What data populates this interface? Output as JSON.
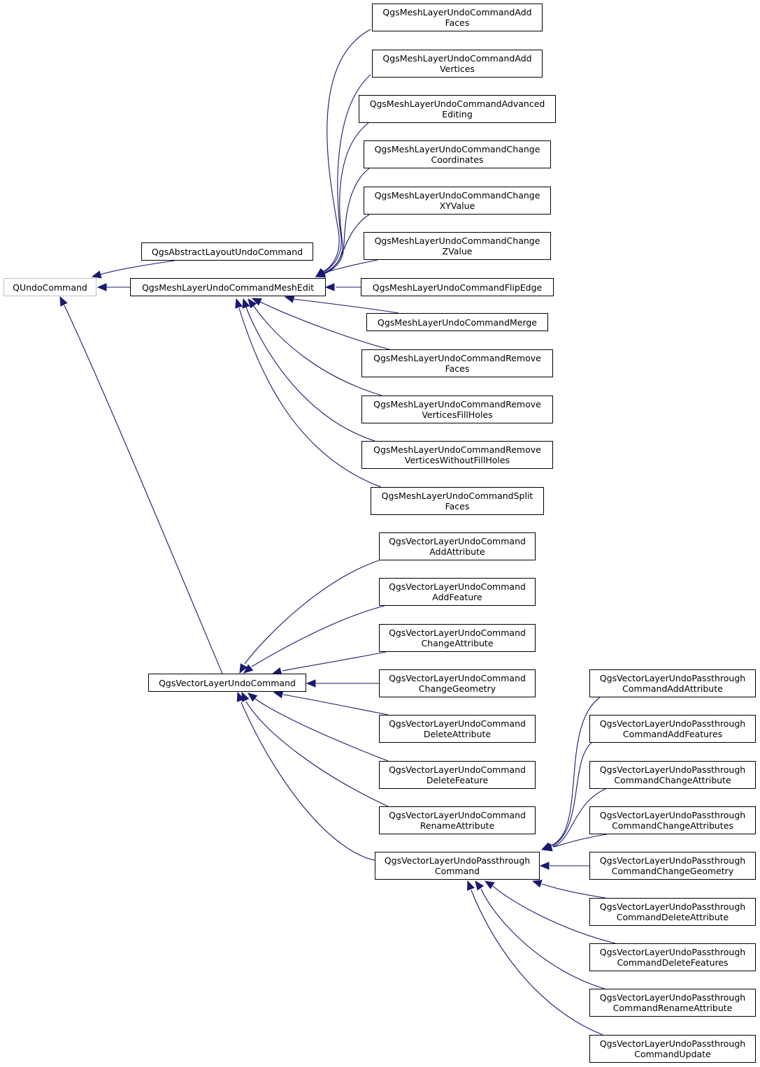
{
  "colors": {
    "edge": "#191970",
    "node_border": "#000000",
    "root_border": "#bfbfbf",
    "background": "#ffffff"
  },
  "nodes": {
    "qundocommand": {
      "lines": [
        "QUndoCommand"
      ]
    },
    "abstract_layout": {
      "lines": [
        "QgsAbstractLayoutUndoCommand"
      ]
    },
    "mesh_edit": {
      "lines": [
        "QgsMeshLayerUndoCommandMeshEdit"
      ]
    },
    "mesh_add_faces": {
      "lines": [
        "QgsMeshLayerUndoCommandAdd",
        "Faces"
      ]
    },
    "mesh_add_vertices": {
      "lines": [
        "QgsMeshLayerUndoCommandAdd",
        "Vertices"
      ]
    },
    "mesh_advanced": {
      "lines": [
        "QgsMeshLayerUndoCommandAdvanced",
        "Editing"
      ]
    },
    "mesh_change_coords": {
      "lines": [
        "QgsMeshLayerUndoCommandChange",
        "Coordinates"
      ]
    },
    "mesh_change_xy": {
      "lines": [
        "QgsMeshLayerUndoCommandChange",
        "XYValue"
      ]
    },
    "mesh_change_z": {
      "lines": [
        "QgsMeshLayerUndoCommandChange",
        "ZValue"
      ]
    },
    "mesh_flip": {
      "lines": [
        "QgsMeshLayerUndoCommandFlipEdge"
      ]
    },
    "mesh_merge": {
      "lines": [
        "QgsMeshLayerUndoCommandMerge"
      ]
    },
    "mesh_remove_faces": {
      "lines": [
        "QgsMeshLayerUndoCommandRemove",
        "Faces"
      ]
    },
    "mesh_remove_fill": {
      "lines": [
        "QgsMeshLayerUndoCommandRemove",
        "VerticesFillHoles"
      ]
    },
    "mesh_remove_nofill": {
      "lines": [
        "QgsMeshLayerUndoCommandRemove",
        "VerticesWithoutFillHoles"
      ]
    },
    "mesh_split": {
      "lines": [
        "QgsMeshLayerUndoCommandSplit",
        "Faces"
      ]
    },
    "vector": {
      "lines": [
        "QgsVectorLayerUndoCommand"
      ]
    },
    "v_add_attr": {
      "lines": [
        "QgsVectorLayerUndoCommand",
        "AddAttribute"
      ]
    },
    "v_add_feat": {
      "lines": [
        "QgsVectorLayerUndoCommand",
        "AddFeature"
      ]
    },
    "v_change_attr": {
      "lines": [
        "QgsVectorLayerUndoCommand",
        "ChangeAttribute"
      ]
    },
    "v_change_geom": {
      "lines": [
        "QgsVectorLayerUndoCommand",
        "ChangeGeometry"
      ]
    },
    "v_del_attr": {
      "lines": [
        "QgsVectorLayerUndoCommand",
        "DeleteAttribute"
      ]
    },
    "v_del_feat": {
      "lines": [
        "QgsVectorLayerUndoCommand",
        "DeleteFeature"
      ]
    },
    "v_rename_attr": {
      "lines": [
        "QgsVectorLayerUndoCommand",
        "RenameAttribute"
      ]
    },
    "passthrough": {
      "lines": [
        "QgsVectorLayerUndoPassthrough",
        "Command"
      ]
    },
    "p_add_attr": {
      "lines": [
        "QgsVectorLayerUndoPassthrough",
        "CommandAddAttribute"
      ]
    },
    "p_add_feats": {
      "lines": [
        "QgsVectorLayerUndoPassthrough",
        "CommandAddFeatures"
      ]
    },
    "p_change_attr": {
      "lines": [
        "QgsVectorLayerUndoPassthrough",
        "CommandChangeAttribute"
      ]
    },
    "p_change_attrs": {
      "lines": [
        "QgsVectorLayerUndoPassthrough",
        "CommandChangeAttributes"
      ]
    },
    "p_change_geom": {
      "lines": [
        "QgsVectorLayerUndoPassthrough",
        "CommandChangeGeometry"
      ]
    },
    "p_del_attr": {
      "lines": [
        "QgsVectorLayerUndoPassthrough",
        "CommandDeleteAttribute"
      ]
    },
    "p_del_feats": {
      "lines": [
        "QgsVectorLayerUndoPassthrough",
        "CommandDeleteFeatures"
      ]
    },
    "p_rename_attr": {
      "lines": [
        "QgsVectorLayerUndoPassthrough",
        "CommandRenameAttribute"
      ]
    },
    "p_update": {
      "lines": [
        "QgsVectorLayerUndoPassthrough",
        "CommandUpdate"
      ]
    }
  }
}
